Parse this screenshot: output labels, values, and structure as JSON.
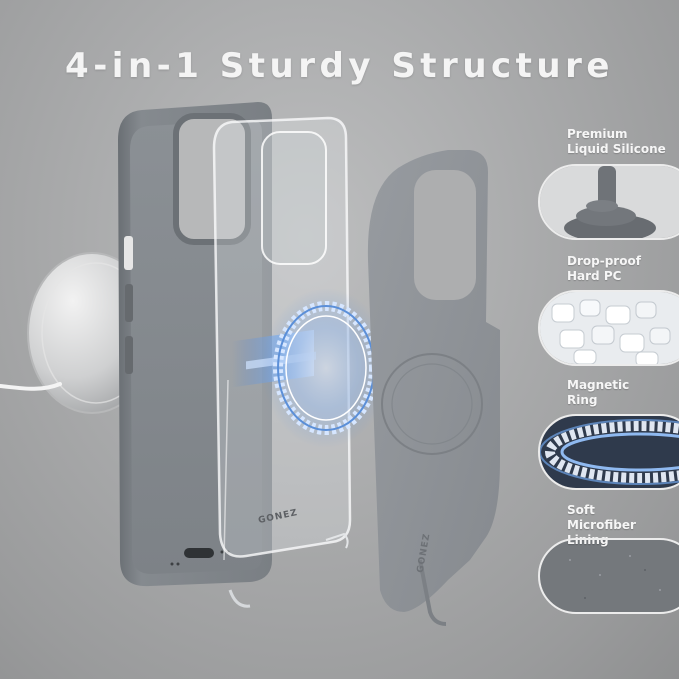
{
  "title": "4-in-1 Sturdy Structure",
  "brand": "GONEZ",
  "features": [
    {
      "line1": "Premium",
      "line2": "Liquid Silicone"
    },
    {
      "line1": "Drop-proof",
      "line2": "Hard PC"
    },
    {
      "line1": "Magnetic",
      "line2": "Ring"
    },
    {
      "line1": "Soft",
      "line2": "Microfiber Lining"
    }
  ],
  "colors": {
    "background": "#a9aaab",
    "case_gray": "#7b8085",
    "lining_gray": "#8d9196",
    "magsafe_blue": "#6fa4e8",
    "text": "#f4f4f4"
  }
}
